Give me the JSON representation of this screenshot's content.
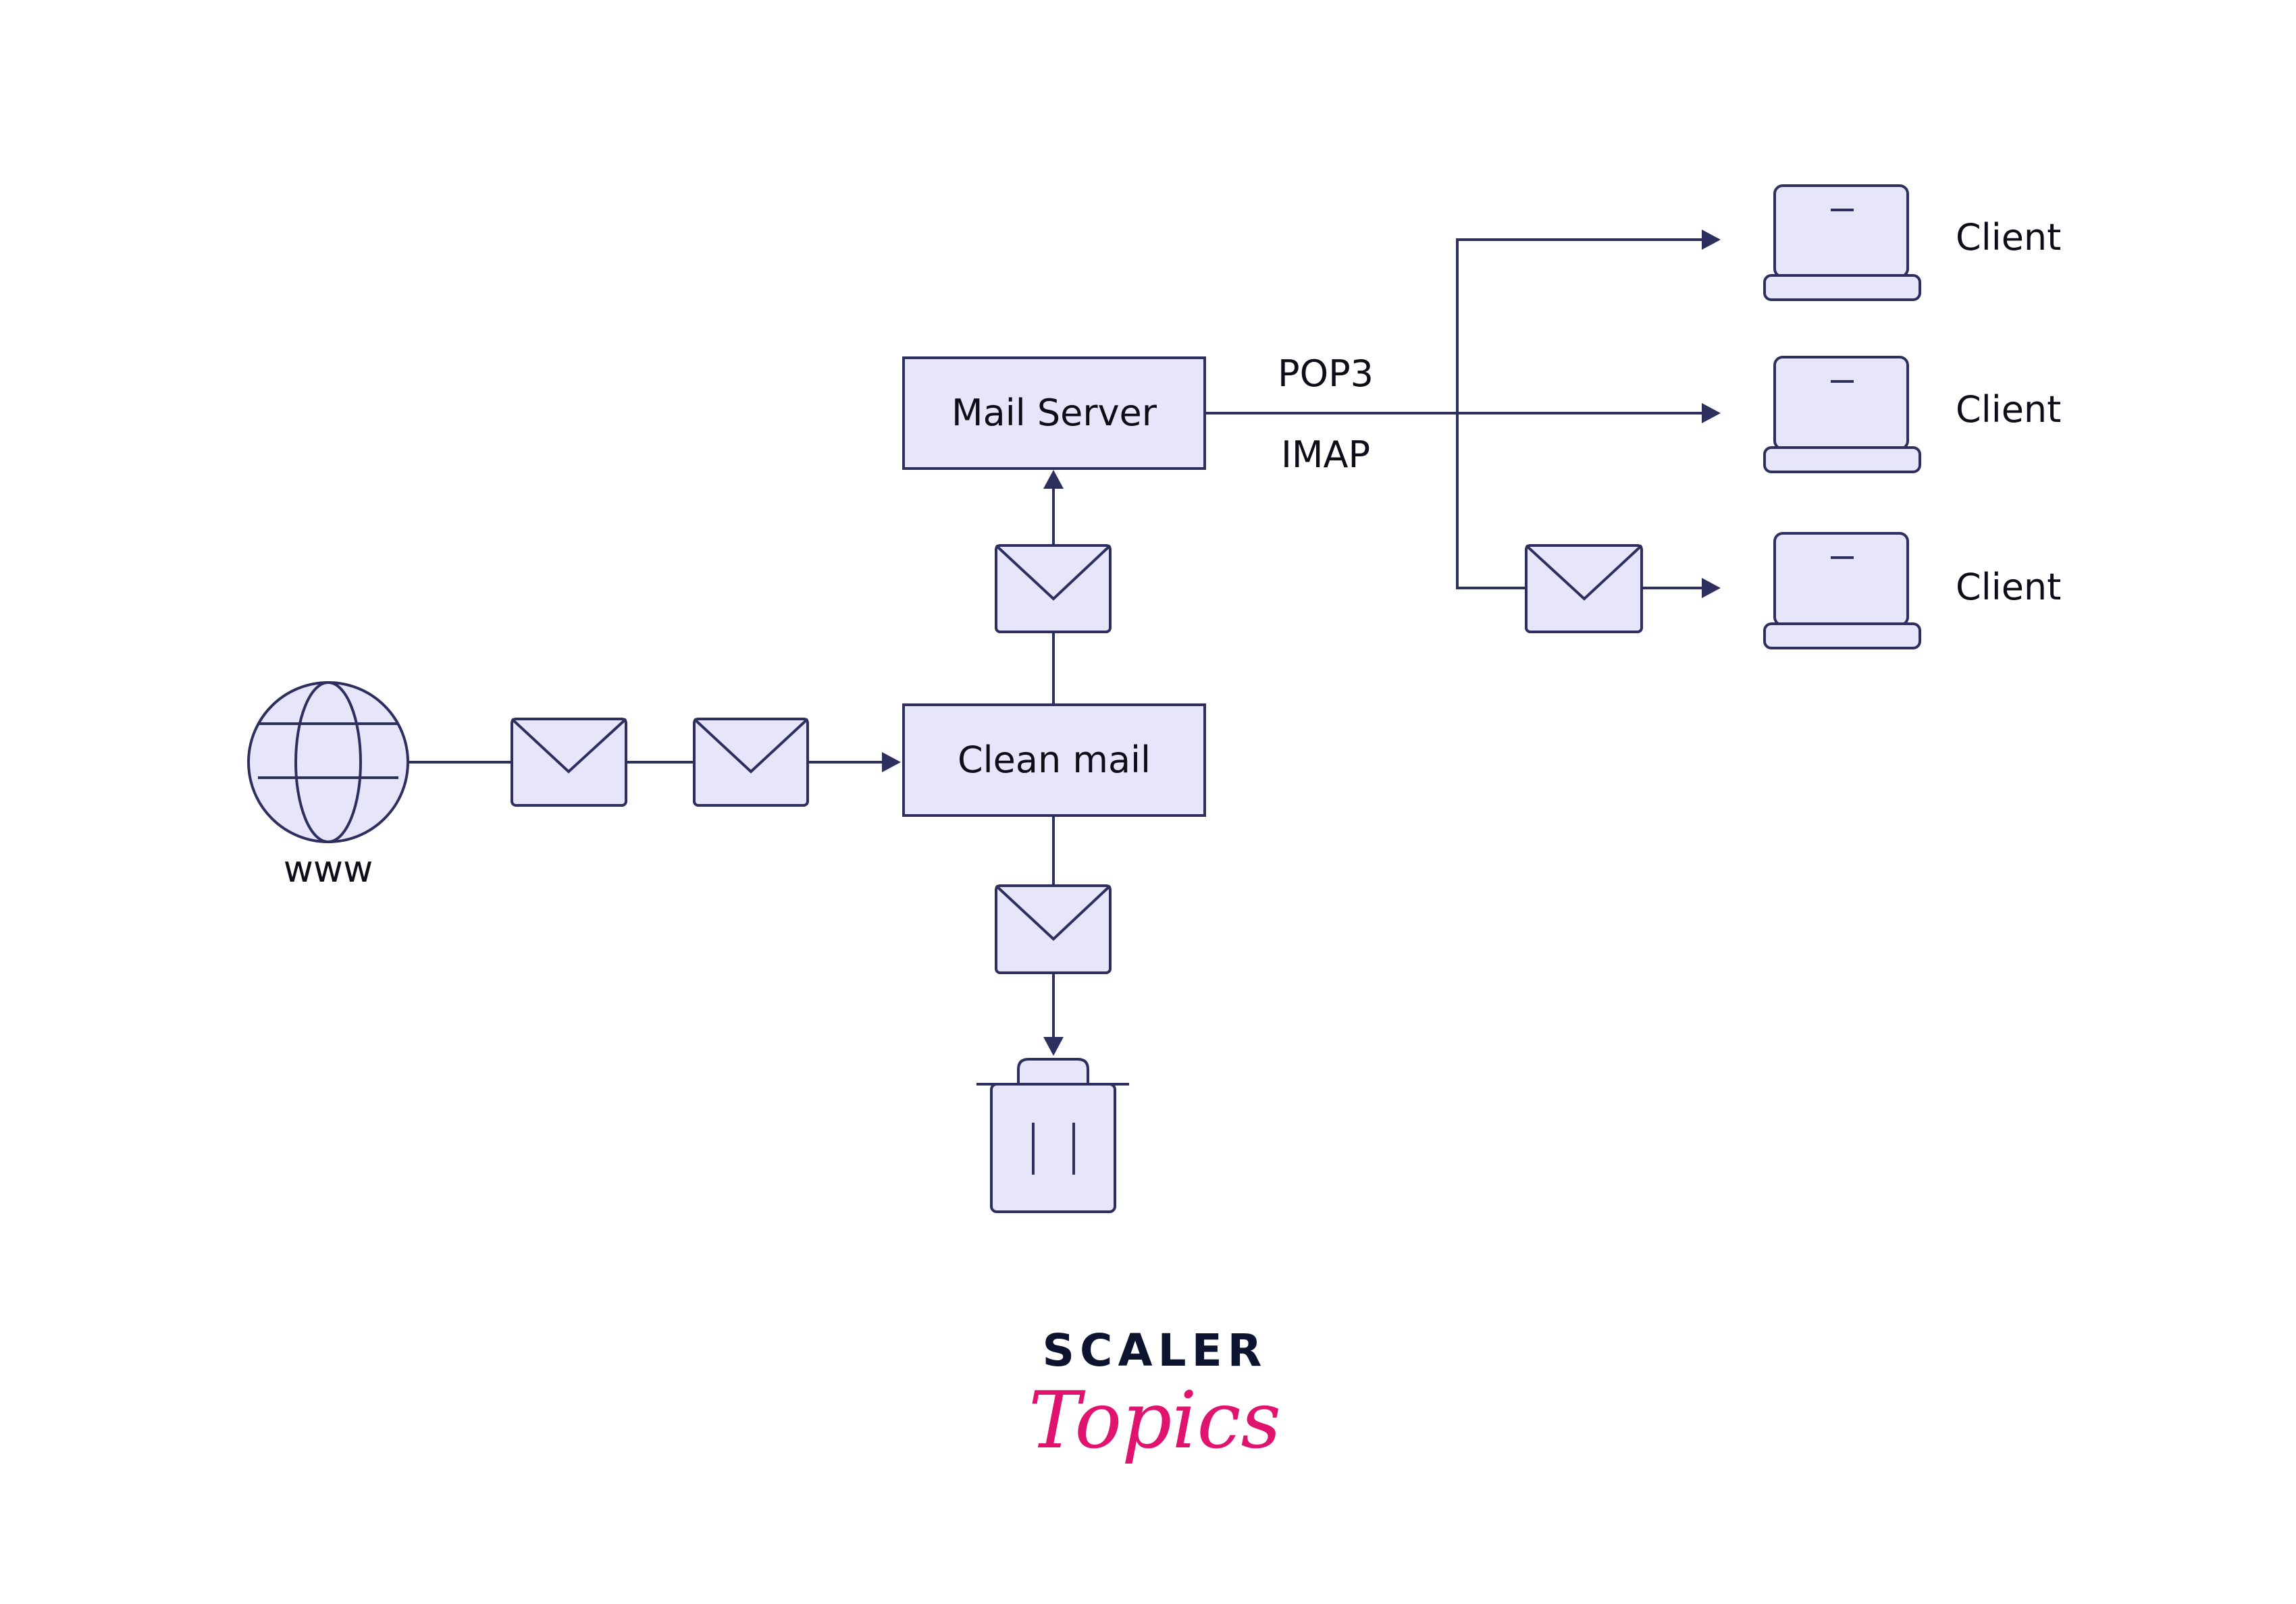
{
  "nodes": {
    "mail_server": "Mail Server",
    "clean_mail": "Clean mail",
    "www": "www",
    "clients": [
      "Client",
      "Client",
      "Client"
    ]
  },
  "protocols": [
    "POP3",
    "IMAP"
  ],
  "brand": {
    "top": "SCALER",
    "bottom": "Topics"
  },
  "colors": {
    "fill": "#e6e5fa",
    "stroke": "#2d2f5f",
    "text": "#0e0e18",
    "brand_dark": "#0c1430",
    "brand_pink": "#e0136f"
  },
  "icons": [
    "globe-icon",
    "envelope-icon",
    "laptop-icon",
    "trash-icon"
  ]
}
